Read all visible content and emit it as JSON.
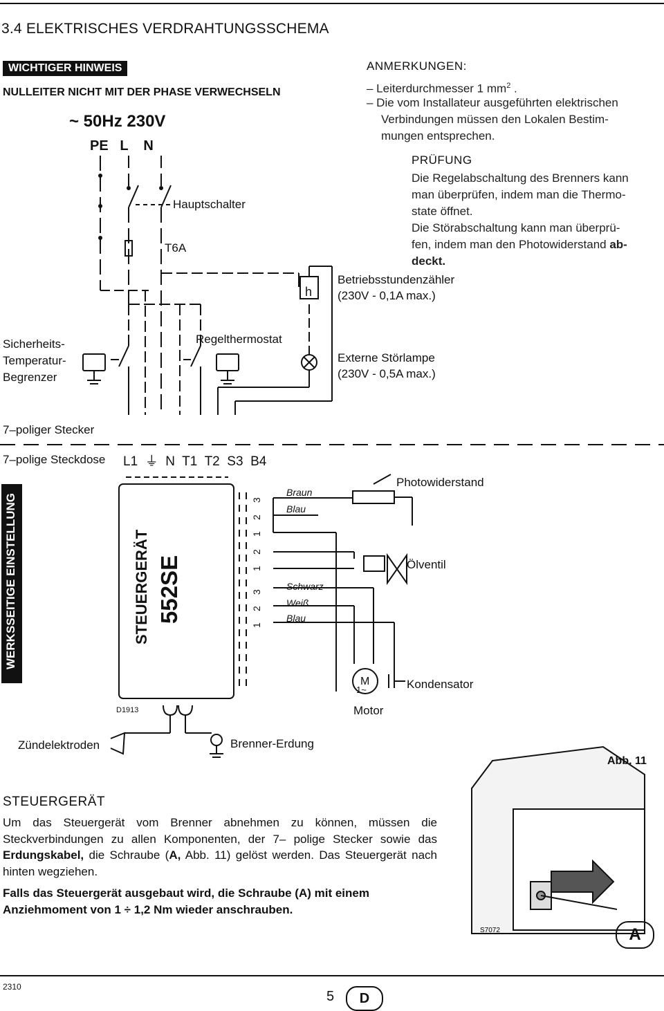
{
  "header": {
    "section_title": "3.4  ELEKTRISCHES VERDRAHTUNGSSCHEMA"
  },
  "warning": {
    "tag": "WICHTIGER HINWEIS",
    "text": "NULLEITER NICHT  MIT DER PHASE VERWECHSELN"
  },
  "supply": {
    "freq": "~ 50Hz  230V",
    "terminals": "PE   L    N",
    "main_switch": "Hauptschalter",
    "fuse": "T6A"
  },
  "notes": {
    "heading": "ANMERKUNGEN:",
    "items": [
      "–  Leiterdurchmesser 1 mm",
      "–  Die vom Installateur ausgeführten elektrischen",
      "Verbindungen müssen den Lokalen Bestim-",
      "mungen entsprechen."
    ],
    "superscript": "2",
    "item1_end": " ."
  },
  "check": {
    "heading": "PRÜFUNG",
    "lines": [
      "Die Regelabschaltung des Brenners kann",
      "man überprüfen, indem man die Thermo-",
      "state öffnet.",
      "Die Störabschaltung kann man überprü-",
      "fen, indem man den Photowiderstand "
    ],
    "bold_end": "ab-",
    "bold_last": "deckt."
  },
  "components": {
    "hour_counter": "Betriebsstundenzähler",
    "hour_counter_rating": "(230V - 0,1A max.)",
    "hour_counter_symbol": "h",
    "safety_limiter": [
      "Sicherheits-",
      "Temperatur-",
      "Begrenzer"
    ],
    "thermostat": "Regelthermostat",
    "ext_lamp": "Externe Störlampe",
    "ext_lamp_rating": "(230V - 0,5A max.)",
    "plug": "7–poliger Stecker",
    "socket": "7–polige Steckdose",
    "socket_pins": "L1  ⏚  N  T1  T2  S3  B4",
    "factory_setting": "WERKSSEITIGE EINSTELLUNG",
    "control_unit": "STEUERGERÄT",
    "model": "552SE",
    "code": "D1913",
    "photoresistor": "Photowiderstand",
    "oil_valve": "Ölventil",
    "capacitor": "Kondensator",
    "motor": "Motor",
    "motor_symbol": "M",
    "motor_phase": "1~",
    "ignition": "Zündelektroden",
    "earth": "Brenner-Erdung",
    "wire_colors": [
      "Braun",
      "Blau",
      "Schwarz",
      "Weiß",
      "Blau"
    ],
    "pin_numbers": [
      "3",
      "2",
      "1",
      "2",
      "1",
      "3",
      "2",
      "1"
    ]
  },
  "figure": {
    "label": "Abb. 11",
    "code": "S7072",
    "screw_label": "A"
  },
  "control_unit_section": {
    "heading": "STEUERGERÄT",
    "p1_a": "Um das Steuergerät vom Brenner abnehmen zu können, müssen die Steckverbindungen zu allen Komponenten, der 7– polige Stecker sowie das ",
    "p1_bold1": "Erdungskabel,",
    "p1_b": " die  Schraube (",
    "p1_bold2": "A,",
    "p1_c": " Abb. 11) gelöst  werden. Das Steuergerät nach hinten wegziehen.",
    "p2": "Falls das Steuergerät ausgebaut wird, die Schraube (A) mit einem Anziehmoment von 1 ÷ 1,2 Nm wieder anschrauben."
  },
  "footer": {
    "code": "2310",
    "page": "5",
    "lang": "D"
  }
}
